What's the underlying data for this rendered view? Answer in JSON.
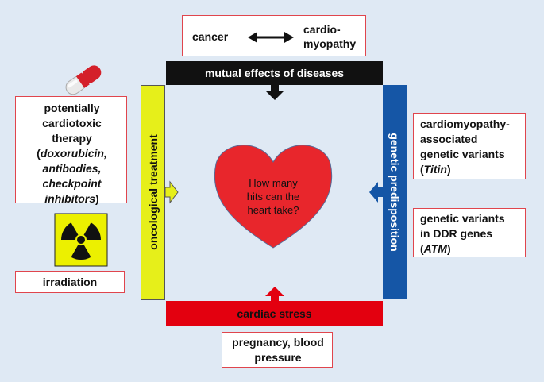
{
  "top_box": {
    "left": "cancer",
    "right_line1": "cardio-",
    "right_line2": "myopathy"
  },
  "bars": {
    "top": "mutual effects of diseases",
    "bottom": "cardiac stress",
    "left": "oncological treatment",
    "right": "genetic predisposition"
  },
  "heart": {
    "line1": "How many",
    "line2": "hits can the",
    "line3": "heart take?"
  },
  "left_box": {
    "line1": "potentially",
    "line2": "cardiotoxic",
    "line3": "therapy",
    "paren_open": "(",
    "item1": "doxorubicin,",
    "item2": "antibodies,",
    "item3": "checkpoint",
    "item4": "inhibitors",
    "paren_close": ")"
  },
  "irradiation_box": {
    "label": "irradiation"
  },
  "right_box_1": {
    "line1": "cardiomyopathy-",
    "line2": "associated",
    "line3": "genetic variants",
    "paren_open": "(",
    "gene": "Titin",
    "paren_close": ")"
  },
  "right_box_2": {
    "line1": "genetic variants",
    "line2": "in DDR genes",
    "paren_open": "(",
    "gene": "ATM",
    "paren_close": ")"
  },
  "bottom_box": {
    "line1": "pregnancy, blood",
    "line2": "pressure"
  },
  "colors": {
    "top_bar": "#111111",
    "bottom_bar": "#e3000f",
    "left_bar": "#e6ef1a",
    "right_bar": "#1556a6",
    "heart": "#e8262c",
    "box_border": "#e0454d"
  },
  "icons": [
    "pill-icon",
    "radiation-icon",
    "double-arrow-icon",
    "heart-icon"
  ]
}
